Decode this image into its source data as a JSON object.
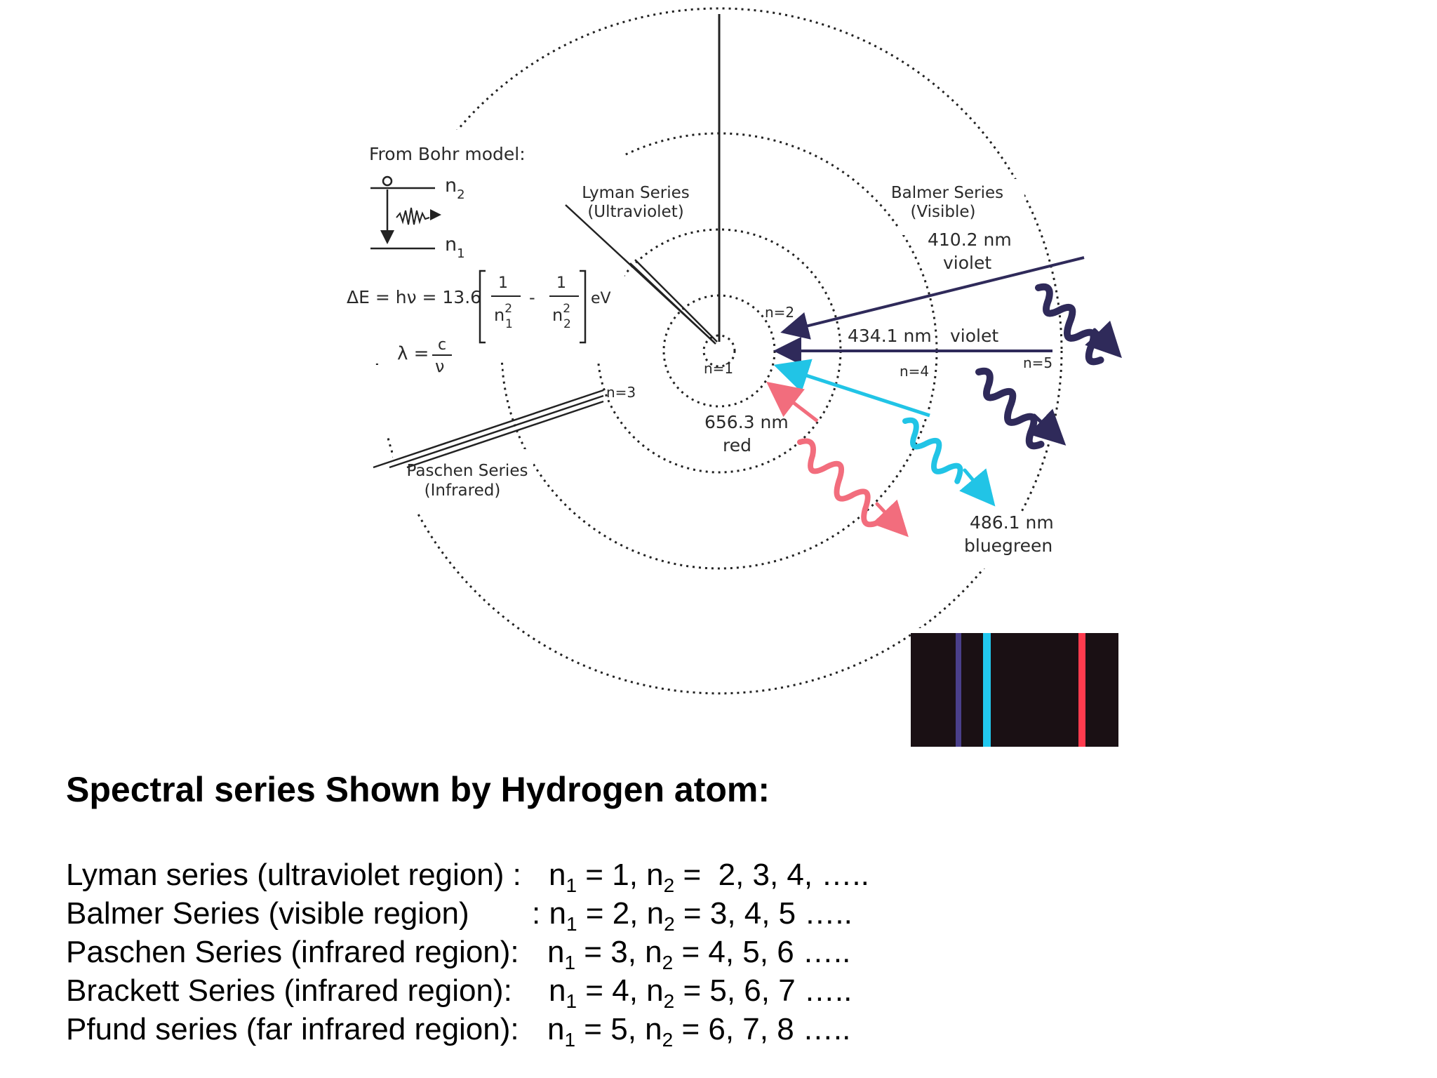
{
  "diagram": {
    "bohr": {
      "title": "From Bohr model:",
      "upper_level": "n",
      "upper_sub": "2",
      "lower_level": "n",
      "lower_sub": "1",
      "energy_lhs": "ΔE = hν = 13.6",
      "frac_num": "1",
      "frac_den_n": "n",
      "frac_den_pow": "2",
      "frac_den_sub1": "1",
      "frac_den_sub2": "2",
      "minus": "-",
      "unit": "eV",
      "lambda_lhs": "λ =",
      "lambda_num": "c",
      "lambda_den": "ν"
    },
    "orbits": [
      "n=1",
      "n=2",
      "n=3",
      "n=4",
      "n=5"
    ],
    "series_labels": {
      "lyman_name": "Lyman Series",
      "lyman_region": "(Ultraviolet)",
      "balmer_name": "Balmer Series",
      "balmer_region": "(Visible)",
      "paschen_name": "Paschen Series",
      "paschen_region": "(Infrared)"
    },
    "transitions": [
      {
        "wavelength": "410.2 nm",
        "color_name": "violet",
        "color": "#2f2a5a"
      },
      {
        "wavelength": "434.1 nm",
        "color_name": "violet",
        "color": "#2f2a5a"
      },
      {
        "wavelength": "486.1 nm",
        "color_name": "bluegreen",
        "color": "#21c4e6"
      },
      {
        "wavelength": "656.3 nm",
        "color_name": "red",
        "color": "#f26d7d"
      }
    ],
    "spectrum_lines": [
      {
        "name": "violet",
        "color": "#4a3f8a"
      },
      {
        "name": "bluegreen",
        "color": "#22c8ef"
      },
      {
        "name": "red",
        "color": "#ff3b4e"
      }
    ]
  },
  "heading": "Spectral series Shown by Hydrogen atom:",
  "series": [
    {
      "label": "Lyman series (ultraviolet region) :",
      "n1": "1",
      "n2_values": "2, 3, 4, ….."
    },
    {
      "label": "Balmer Series (visible region)",
      "sep": ":",
      "n1": "2",
      "n2_values": "3, 4, 5 ….."
    },
    {
      "label": "Paschen Series (infrared region):",
      "n1": "3",
      "n2_values": "4, 5, 6 ….."
    },
    {
      "label": "Brackett Series (infrared region):",
      "n1": "4",
      "n2_values": "5, 6, 7 ….."
    },
    {
      "label": "Pfund series (far infrared region):",
      "n1": "5",
      "n2_values": "6, 7, 8 ….."
    }
  ],
  "symbols": {
    "n": "n",
    "sub1": "1",
    "sub2": "2",
    "eq": "=",
    "comma": ","
  }
}
